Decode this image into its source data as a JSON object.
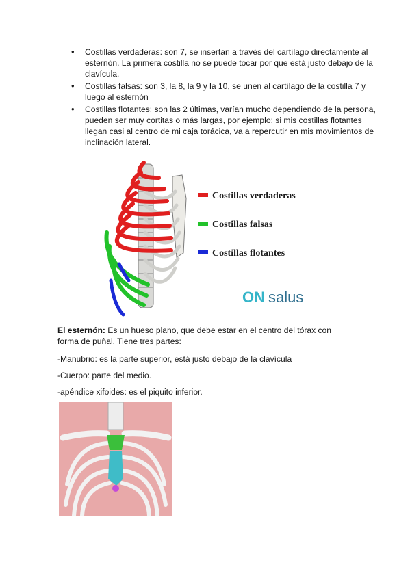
{
  "bullets": [
    "Costillas verdaderas: son 7, se insertan a través del cartílago directamente al esternón. La primera costilla no se puede tocar por que está justo debajo de la clavícula.",
    "Costillas falsas: son 3, la 8, la 9 y la 10, se unen al cartílago de la costilla 7 y luego al esternón",
    "Costillas flotantes: son las 2 últimas, varían mucho dependiendo de la persona, pueden ser muy cortitas o más largas, por ejemplo: si mis costillas flotantes llegan casi al centro de mi caja torácica, va a repercutir en mis movimientos de inclinación lateral."
  ],
  "figure1": {
    "legend": [
      {
        "label": "Costillas verdaderas",
        "color": "#e01f1f"
      },
      {
        "label": "Costillas falsas",
        "color": "#22c22a"
      },
      {
        "label": "Costillas flotantes",
        "color": "#1a2ad6"
      }
    ],
    "logo_on": "ON",
    "logo_salus": "salus"
  },
  "esternon": {
    "heading": "El esternón:",
    "text": " Es un hueso plano, que debe estar en el centro del tórax con forma de puñal. Tiene tres partes:",
    "parts": [
      "-Manubrio: es la parte superior, está justo debajo de la clavícula",
      "-Cuerpo: parte del medio.",
      "-apéndice xifoides: es el piquito inferior."
    ]
  },
  "colors": {
    "manubrio": "#3bbf3b",
    "cuerpo": "#3fbcc8",
    "xifoides": "#c44ad8",
    "background_fig2": "#e8a9a9"
  }
}
